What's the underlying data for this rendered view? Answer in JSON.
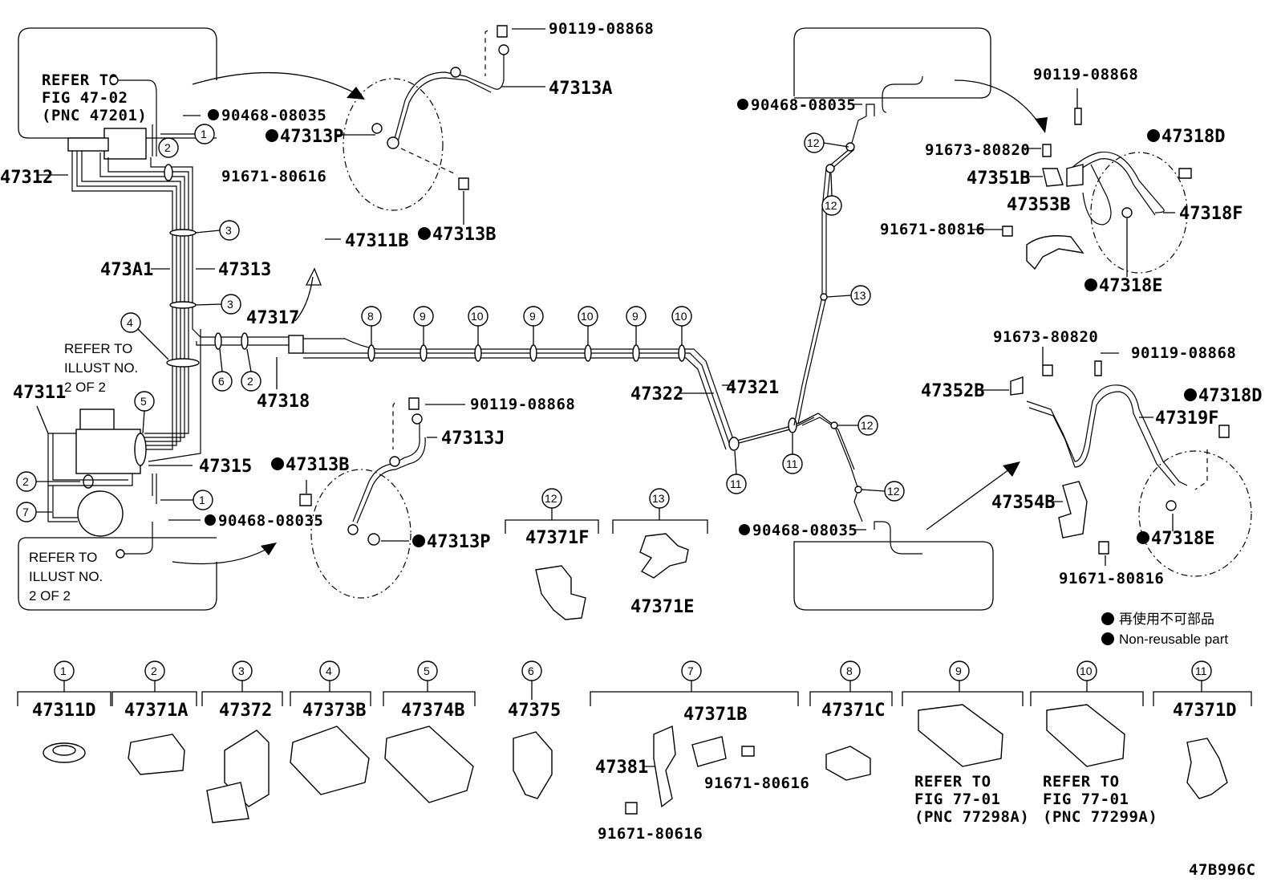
{
  "diagram_id": "47B996C",
  "legend": {
    "jp": "再使用不可部品",
    "en": "Non-reusable part"
  },
  "references": {
    "top_left": [
      "REFER TO",
      "FIG 47-02",
      "(PNC 47201)"
    ],
    "left_illust_1": [
      "REFER TO",
      "ILLUST NO.",
      "2 OF 2"
    ],
    "bottom_left_illust": [
      "REFER TO",
      "ILLUST NO.",
      "2 OF 2"
    ],
    "fig77_a": [
      "REFER TO",
      "FIG 77-01",
      "(PNC 77298A)"
    ],
    "fig77_b": [
      "REFER TO",
      "FIG 77-01",
      "(PNC 77299A)"
    ]
  },
  "labels": {
    "p90119_top": "90119-08868",
    "p47313A": "47313A",
    "p90468_left": "90468-08035",
    "p47313P_top": "47313P",
    "p47312": "47312",
    "p91671_80616_top": "91671-80616",
    "p47311B": "47311B",
    "p47313B_top": "47313B",
    "p473A1": "473A1",
    "p47313": "47313",
    "p47317": "47317",
    "p47318": "47318",
    "p47311": "47311",
    "p47315": "47315",
    "p90119_mid": "90119-08868",
    "p47313J": "47313J",
    "p47313B_mid": "47313B",
    "p90468_left2": "90468-08035",
    "p47313P_mid": "47313P",
    "p47322": "47322",
    "p47321": "47321",
    "p90468_right_top": "90468-08035",
    "p90468_right_bot": "90468-08035",
    "p90119_r1": "90119-08868",
    "p91673_r1": "91673-80820",
    "p47351B": "47351B",
    "p47353B": "47353B",
    "p91671_80816_r1": "91671-80816",
    "p47318D_r1": "47318D",
    "p47318F": "47318F",
    "p47318E_r1": "47318E",
    "p91673_r2": "91673-80820",
    "p90119_r2": "90119-08868",
    "p47352B": "47352B",
    "p47318D_r2": "47318D",
    "p47319F": "47319F",
    "p47354B": "47354B",
    "p47318E_r2": "47318E",
    "p91671_80816_r2": "91671-80816",
    "p47371F": "47371F",
    "p47371E": "47371E"
  },
  "markers": [
    "1",
    "2",
    "3",
    "4",
    "5",
    "6",
    "7",
    "8",
    "9",
    "10",
    "11",
    "12",
    "13"
  ],
  "bottom_parts": [
    {
      "marker": "1",
      "part": "47311D"
    },
    {
      "marker": "2",
      "part": "47371A"
    },
    {
      "marker": "3",
      "part": "47372"
    },
    {
      "marker": "4",
      "part": "47373B"
    },
    {
      "marker": "5",
      "part": "47374B"
    },
    {
      "marker": "6",
      "part": "47375"
    },
    {
      "marker": "7",
      "part": "47371B"
    },
    {
      "marker": "8",
      "part": "47371C"
    },
    {
      "marker": "9",
      "part": ""
    },
    {
      "marker": "10",
      "part": ""
    },
    {
      "marker": "11",
      "part": "47371D"
    }
  ],
  "group7": {
    "p47381": "47381",
    "p91671_a": "91671-80616",
    "p91671_b": "91671-80616"
  },
  "upper_groups": [
    {
      "marker": "12",
      "part": "47371F"
    },
    {
      "marker": "13",
      "part": "47371E"
    }
  ]
}
